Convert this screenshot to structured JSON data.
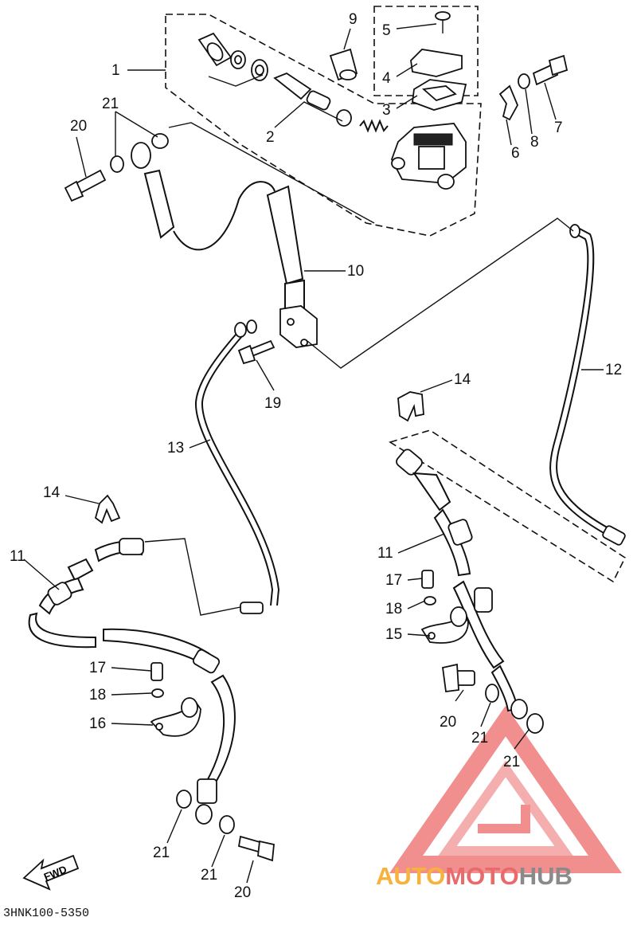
{
  "callouts": {
    "c1": "1",
    "c2": "2",
    "c3": "3",
    "c4": "4",
    "c5": "5",
    "c6": "6",
    "c7": "7",
    "c8": "8",
    "c9": "9",
    "c10": "10",
    "c11a": "11",
    "c11b": "11",
    "c12": "12",
    "c13": "13",
    "c14a": "14",
    "c14b": "14",
    "c15": "15",
    "c16": "16",
    "c17a": "17",
    "c17b": "17",
    "c18a": "18",
    "c18b": "18",
    "c19": "19",
    "c20a": "20",
    "c20b": "20",
    "c20c": "20",
    "c21a": "21",
    "c21b": "21",
    "c21c": "21",
    "c21d": "21",
    "c21e": "21"
  },
  "fwd_label": "FWD",
  "part_code": "3HNK100-5350",
  "watermark": {
    "word_part1": "AUTO",
    "word_part2": "MOTO",
    "word_part3": "HUB",
    "color_orange": "#f6b23b",
    "color_red": "#e96a6a",
    "color_grey": "#8a8a8a"
  }
}
